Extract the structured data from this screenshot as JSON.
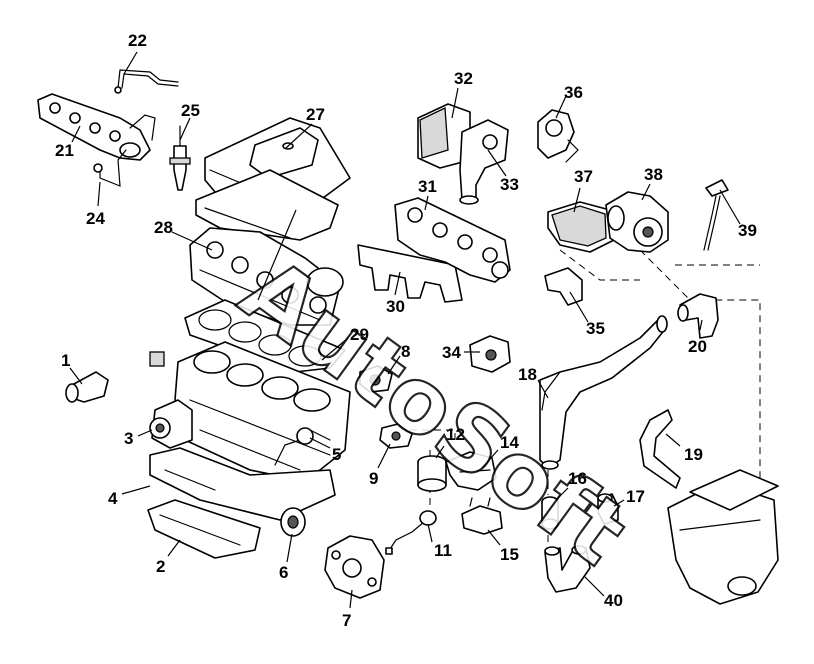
{
  "diagram": {
    "watermark": "AutoSoft",
    "callouts": [
      "1",
      "2",
      "3",
      "4",
      "5",
      "6",
      "7",
      "8",
      "9",
      "11",
      "12",
      "14",
      "15",
      "16",
      "17",
      "18",
      "19",
      "20",
      "21",
      "22",
      "24",
      "25",
      "27",
      "28",
      "29",
      "30",
      "31",
      "32",
      "33",
      "34",
      "35",
      "36",
      "37",
      "38",
      "39",
      "40"
    ]
  }
}
